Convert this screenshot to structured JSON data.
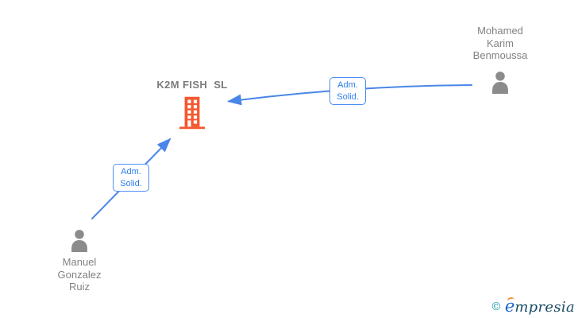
{
  "company": {
    "name": "K2M FISH  SL"
  },
  "people": {
    "mohamed": {
      "name_lines": [
        "Mohamed",
        "Karim",
        "Benmoussa"
      ]
    },
    "manuel": {
      "name_lines": [
        "Manuel",
        "Gonzalez",
        "Ruiz"
      ]
    }
  },
  "edges": {
    "mohamed_to_company": {
      "from": "Mohamed Karim Benmoussa",
      "to": "K2M FISH  SL",
      "label_lines": [
        "Adm.",
        "Solid."
      ]
    },
    "manuel_to_company": {
      "from": "Manuel Gonzalez Ruiz",
      "to": "K2M FISH  SL",
      "label_lines": [
        "Adm.",
        "Solid."
      ]
    }
  },
  "logo": {
    "copyright": "©",
    "brand_e": "e",
    "brand_rest": "mpresia"
  },
  "colors": {
    "edge_blue": "#4a86e8",
    "label_text_blue": "#2d7ff0",
    "company_orange": "#f6572f",
    "person_gray": "#8b8b8b",
    "text_gray": "#828282",
    "logo_teal": "#1e9ab0",
    "logo_blue": "#1e66d0",
    "logo_dark": "#174a63",
    "logo_orange": "#f08a2d"
  }
}
